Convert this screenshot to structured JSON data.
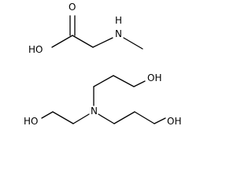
{
  "molecules": {
    "sarcosine": {
      "oxygen": "O",
      "hydroxyl": "HO",
      "amine": "N",
      "amine_h": "H"
    },
    "triethanolamine": {
      "nitrogen": "N",
      "hydroxyl_top": "OH",
      "hydroxyl_left": "HO",
      "hydroxyl_right": "OH"
    }
  }
}
